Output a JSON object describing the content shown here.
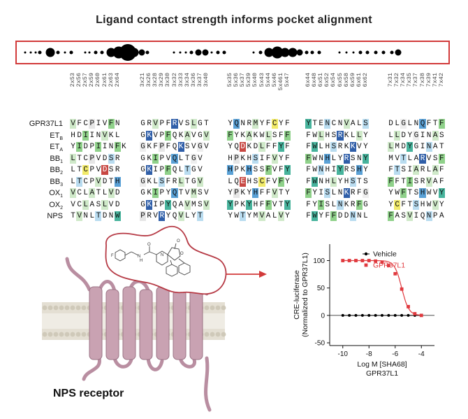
{
  "title": "Ligand contact strength informs pocket alignment",
  "colors": {
    "accent_red": "#d23a3a",
    "membrane": "#d9d4c6",
    "receptor": "#c9a2b2",
    "receptor_dark": "#9c7486",
    "residue_green_light": "#cfe9c9",
    "residue_green": "#8fd18a",
    "residue_teal": "#47b39c",
    "residue_blue_light": "#b9dcf0",
    "residue_blue": "#5aa1d6",
    "residue_navy": "#2f5ea8",
    "residue_yellow": "#f1ea6a",
    "residue_red": "#c84843"
  },
  "positions": {
    "tm2": [
      "2x53",
      "2x56",
      "2x57",
      "2x59",
      "2x60",
      "2x61",
      "2x63",
      "2x64"
    ],
    "tm3": [
      "3x21",
      "3x26",
      "3x28",
      "3x29",
      "3x30",
      "3x32",
      "3x33",
      "3x34",
      "3x36",
      "3x37",
      "3x40"
    ],
    "tm5": [
      "5x35",
      "5x36",
      "5x37",
      "5x39",
      "5x40",
      "5x43",
      "5x44",
      "5x46",
      "5x461",
      "5x47"
    ],
    "tm6": [
      "6x44",
      "6x48",
      "6x51",
      "6x52",
      "6x54",
      "6x55",
      "6x58",
      "6x59",
      "6x61",
      "6x62"
    ],
    "tm7": [
      "7x31",
      "7x32",
      "7x34",
      "7x35",
      "7x37",
      "7x38",
      "7x39",
      "7x41",
      "7x42"
    ]
  },
  "receptors": [
    {
      "name": "GPR37L1",
      "sub": "",
      "seqs": [
        "VFCPIVFN",
        "GRVPFRVSLGT",
        "YQNRMYFCYF",
        "YTENCNVALS",
        "DLGLNQFTF"
      ]
    },
    {
      "name": "ET",
      "sub": "B",
      "seqs": [
        "HDIINVKL",
        "GKVPFQKAVGV",
        "FYKAKWLSFF",
        "FWLHSRKLLY",
        "LLDYGINAS"
      ]
    },
    {
      "name": "ET",
      "sub": "A",
      "seqs": [
        "YIDPIINFK",
        "GKFPFQKSVGV",
        "YQDKDLFFYF",
        "FWLHSRKKVY",
        "LMDYGINAT"
      ]
    },
    {
      "name": "BB",
      "sub": "1",
      "seqs": [
        "LTCPVDSR",
        "GKIPVQLTGV",
        "HPKHSIFVYF",
        "FWNHLYRSNY",
        "MVTLARVSF"
      ]
    },
    {
      "name": "BB",
      "sub": "2",
      "seqs": [
        "LTCPVDSR",
        "GKIPFQLTGV",
        "HPKHSSFVFY",
        "FWNHIYRSHY",
        "FTSIARLAF"
      ]
    },
    {
      "name": "BB",
      "sub": "3",
      "seqs": [
        "LTCPVDTH",
        "GKLSFRLTGV",
        "LQEHSCFVFY",
        "FWNHLYHSTS",
        "FFTISRVAF"
      ]
    },
    {
      "name": "OX",
      "sub": "1",
      "seqs": [
        "VCLATLVD",
        "GKIPYQTVMSV",
        "YPKYHFFVTY",
        "FYISLNKRFG",
        "YWFTSHWVY"
      ]
    },
    {
      "name": "OX",
      "sub": "2",
      "seqs": [
        "VCLASLVD",
        "GKIPYQAVMSV",
        "YPKYHFFVTY",
        "FYISLNKRFG",
        "YCFTSHWVY"
      ]
    },
    {
      "name": "NPS",
      "sub": "",
      "seqs": [
        "TVNLTDNW",
        "PRVRYQVLYT",
        "YWTYMVALVY",
        "FWYFFDDNNL",
        "FASVIQNPA"
      ]
    }
  ],
  "dots": [
    {
      "x": 2,
      "s": 1
    },
    {
      "x": 3.3,
      "s": 1
    },
    {
      "x": 4.3,
      "s": 1
    },
    {
      "x": 5.3,
      "s": 2
    },
    {
      "x": 7.7,
      "s": 4
    },
    {
      "x": 9.6,
      "s": 2
    },
    {
      "x": 11.2,
      "s": 1
    },
    {
      "x": 12.6,
      "s": 2
    },
    {
      "x": 15.9,
      "s": 1
    },
    {
      "x": 16.9,
      "s": 1
    },
    {
      "x": 18.3,
      "s": 2
    },
    {
      "x": 19.8,
      "s": 2
    },
    {
      "x": 21.8,
      "s": 4
    },
    {
      "x": 23.6,
      "s": 5
    },
    {
      "x": 25.7,
      "s": 6
    },
    {
      "x": 27.2,
      "s": 4
    },
    {
      "x": 29,
      "s": 3
    },
    {
      "x": 30.3,
      "s": 2
    },
    {
      "x": 36.4,
      "s": 1
    },
    {
      "x": 37.8,
      "s": 1
    },
    {
      "x": 39.2,
      "s": 1
    },
    {
      "x": 40.5,
      "s": 2
    },
    {
      "x": 42.1,
      "s": 3
    },
    {
      "x": 43.7,
      "s": 3
    },
    {
      "x": 45.2,
      "s": 1
    },
    {
      "x": 46.6,
      "s": 2
    },
    {
      "x": 48,
      "s": 2
    },
    {
      "x": 54.8,
      "s": 1
    },
    {
      "x": 56.4,
      "s": 2
    },
    {
      "x": 58.4,
      "s": 4
    },
    {
      "x": 60.3,
      "s": 5
    },
    {
      "x": 62.2,
      "s": 4
    },
    {
      "x": 63.9,
      "s": 4
    },
    {
      "x": 65.6,
      "s": 3
    },
    {
      "x": 67.1,
      "s": 2
    },
    {
      "x": 68.5,
      "s": 2
    },
    {
      "x": 70,
      "s": 2
    },
    {
      "x": 74.7,
      "s": 1
    },
    {
      "x": 76.4,
      "s": 1
    },
    {
      "x": 78,
      "s": 1
    },
    {
      "x": 79.6,
      "s": 2
    },
    {
      "x": 81.3,
      "s": 2
    },
    {
      "x": 83.2,
      "s": 2
    },
    {
      "x": 85,
      "s": 2
    },
    {
      "x": 86.9,
      "s": 2
    },
    {
      "x": 88.4,
      "s": 3
    }
  ],
  "receptor_label": "NPS receptor",
  "chart_data": {
    "type": "scatter",
    "title": "",
    "xlabel": "Log M [SHA68]",
    "xlabel_line2": "GPR37L1",
    "ylabel": "CRE-luciferase",
    "ylabel_line2": "(Normalized to GPR37L1)",
    "xlim": [
      -11,
      -3
    ],
    "ylim": [
      -55,
      130
    ],
    "xticks": [
      -10,
      -8,
      -6,
      -4
    ],
    "yticks": [
      -50,
      0,
      50,
      100
    ],
    "legend_position": "top-right",
    "series": [
      {
        "name": "Vehicle",
        "color": "#000000",
        "x": [
          -10,
          -9.5,
          -9,
          -8.5,
          -8,
          -7.5,
          -7,
          -6.5,
          -6,
          -5.5,
          -5,
          -4.5,
          -4
        ],
        "y": [
          0,
          0,
          0,
          0,
          0,
          0,
          0,
          0,
          0,
          0,
          0,
          0,
          0
        ]
      },
      {
        "name": "GPR37L1",
        "color": "#e0393e",
        "x": [
          -10,
          -9.5,
          -9,
          -8.5,
          -8,
          -7.5,
          -7,
          -6.5,
          -6,
          -5.5,
          -5,
          -4.5,
          -4
        ],
        "y": [
          100,
          100,
          100,
          100,
          100,
          99,
          97,
          91,
          76,
          48,
          16,
          3,
          0
        ]
      }
    ]
  }
}
